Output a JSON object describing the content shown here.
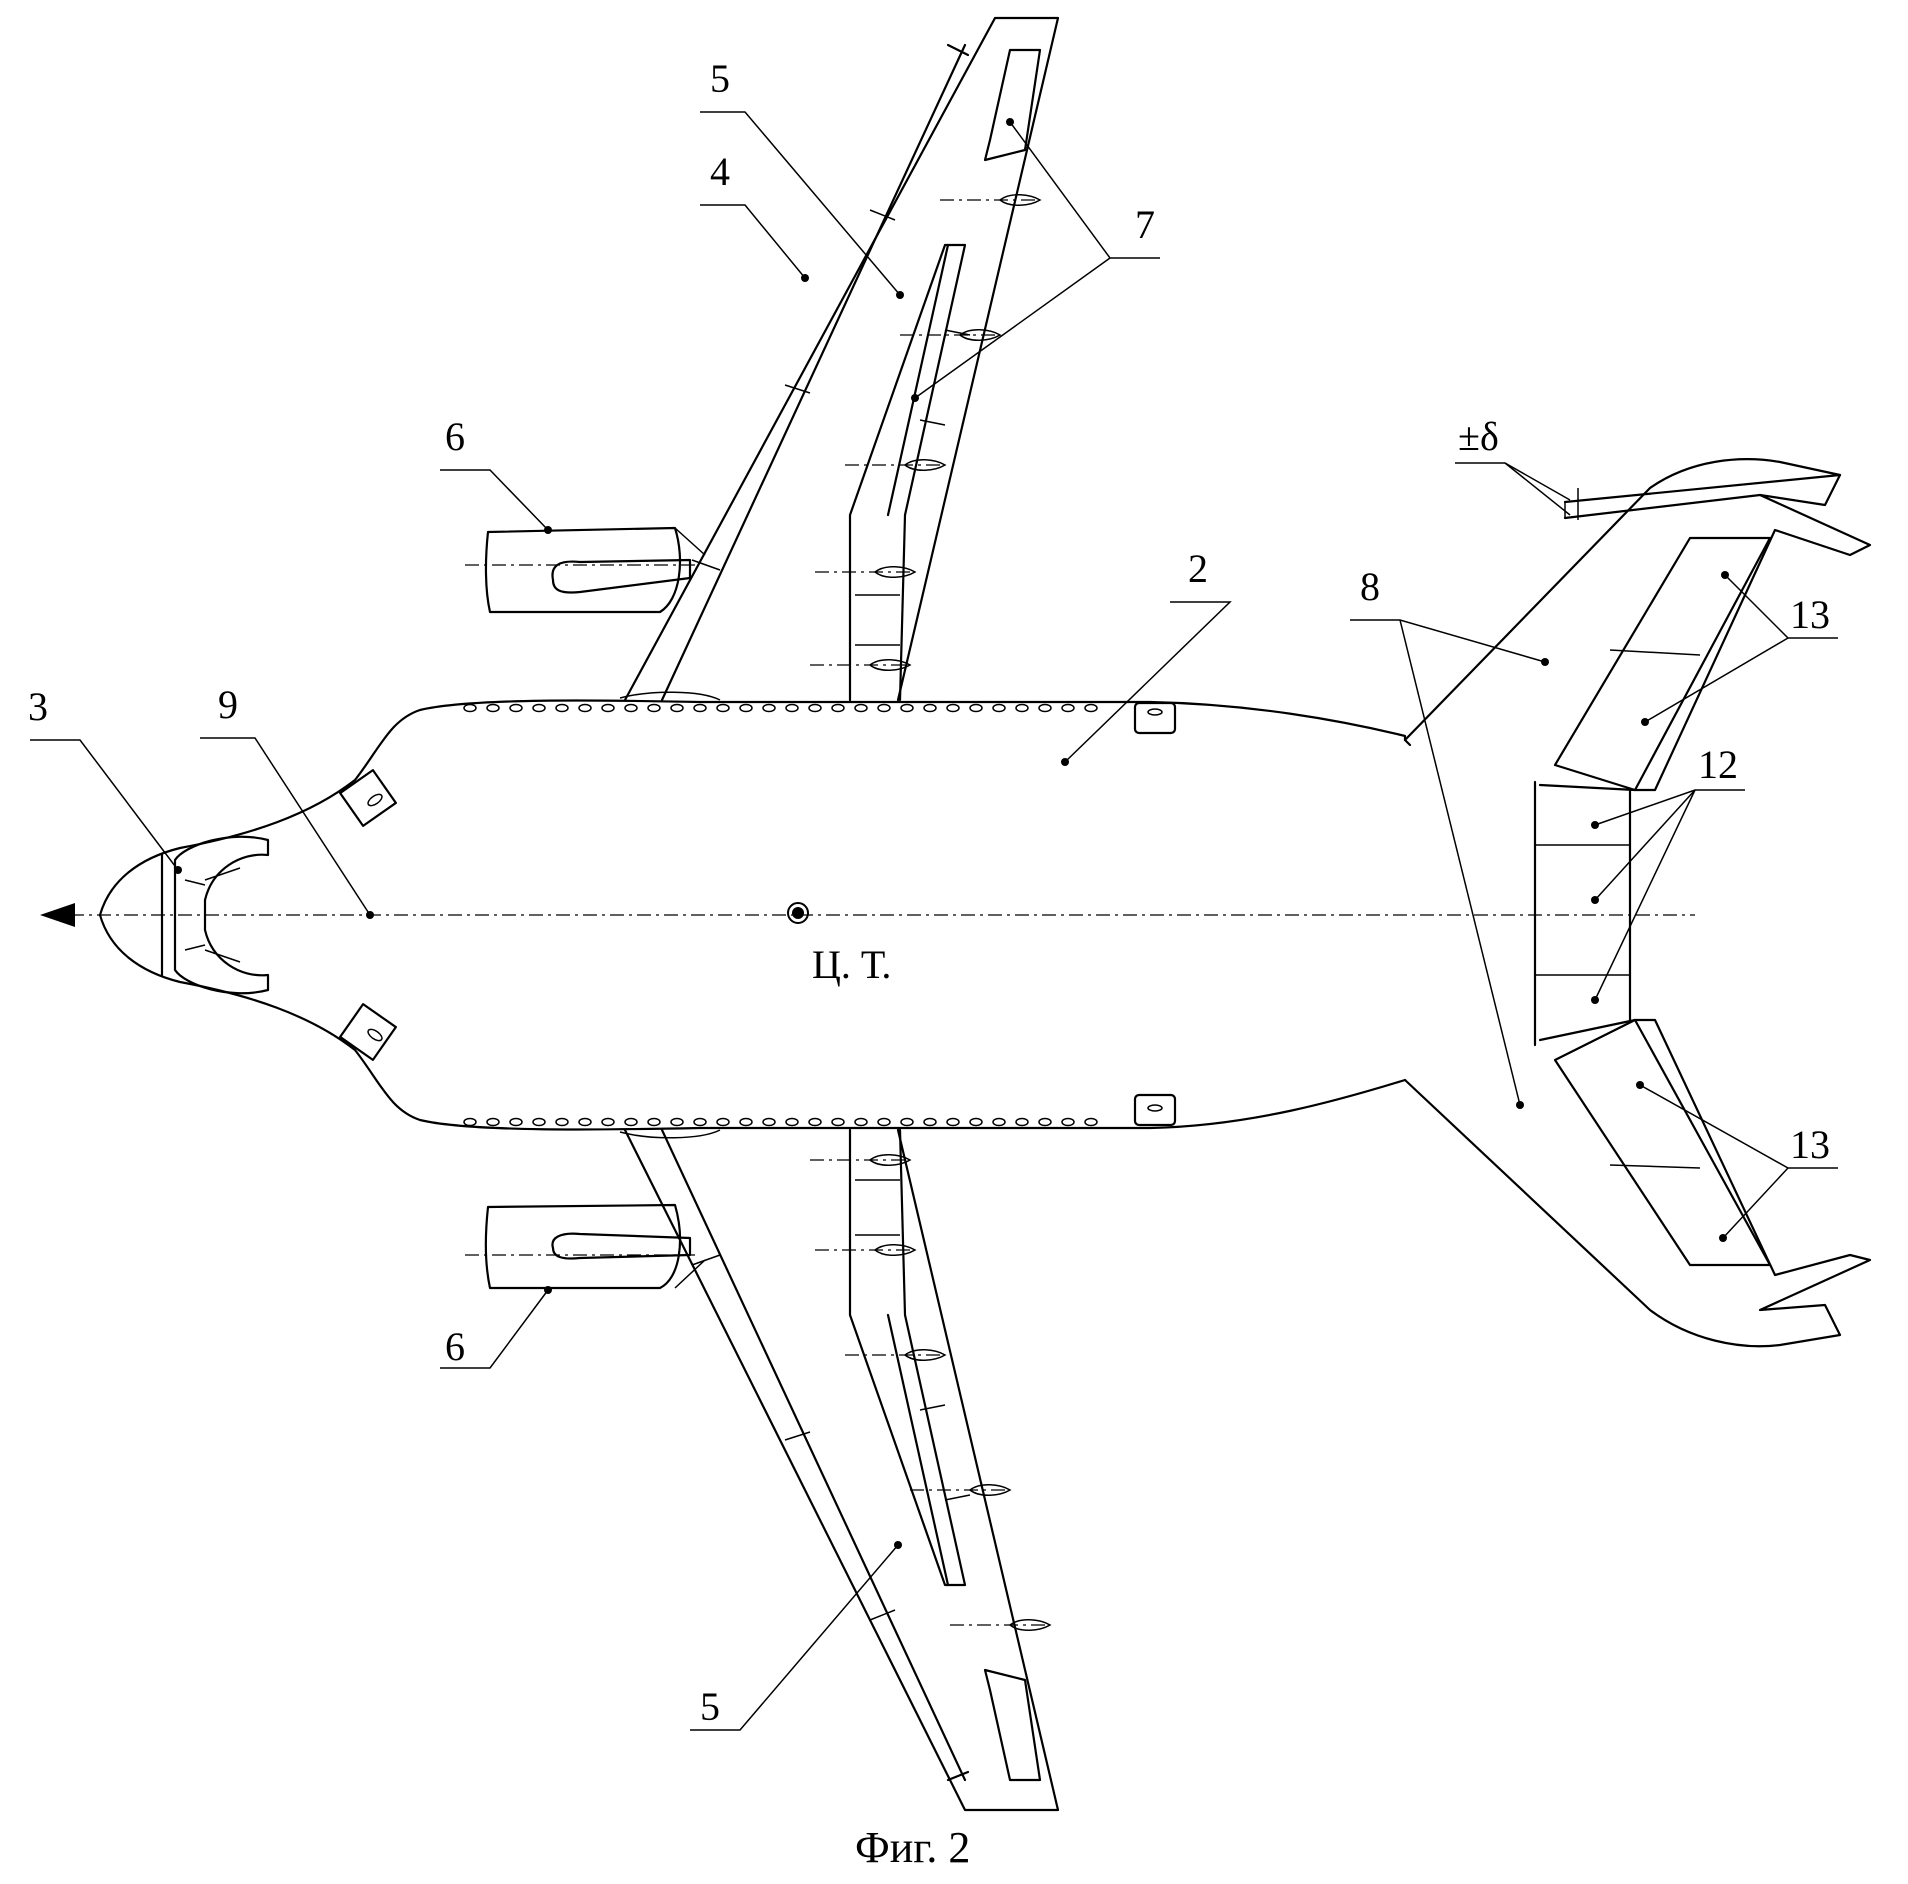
{
  "caption": "Фиг. 2",
  "center_of_gravity_label": "Ц. Т.",
  "deflection_label": "±δ",
  "labels": {
    "fuselage": "2",
    "nose": "3",
    "wing_leading": "4",
    "wing_upper": "5",
    "wing_lower": "5",
    "engine_upper": "6",
    "engine_lower": "6",
    "flaps": "7",
    "tail": "8",
    "axis_point": "9",
    "tail_center": "12",
    "tail_upper_surfaces": "13",
    "tail_lower_surfaces": "13"
  },
  "colors": {
    "stroke": "#000000",
    "background": "#ffffff"
  }
}
